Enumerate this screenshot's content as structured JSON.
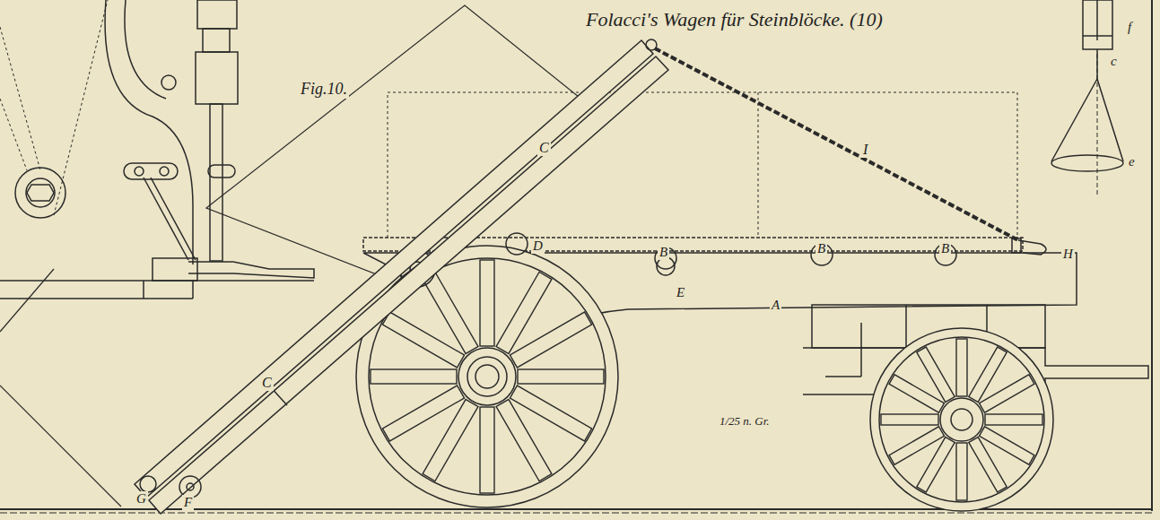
{
  "diagram": {
    "title": "Folacci's Wagen für Steinblöcke. (10)",
    "labels": [
      "Fig.10.",
      "C",
      "C",
      "I",
      "D",
      "B",
      "B",
      "B",
      "H",
      "E",
      "A",
      "G",
      "F",
      "1/25 n. Gr.",
      "f",
      "c",
      "e"
    ]
  }
}
